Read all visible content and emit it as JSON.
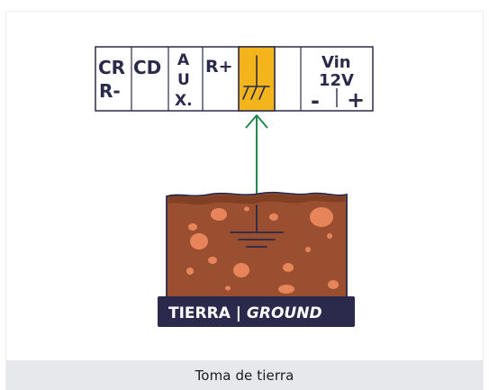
{
  "terminal_block": {
    "terminals": [
      {
        "label_lines": [
          "CR",
          "R-"
        ]
      },
      {
        "label_lines": [
          "CD"
        ]
      },
      {
        "label_lines": [
          "A",
          "U",
          "X."
        ]
      },
      {
        "label_lines": [
          "R+"
        ]
      },
      {
        "label_lines": [
          ""
        ],
        "highlighted": true,
        "icon": "ground-symbol-icon"
      },
      {
        "label_lines": [
          ""
        ]
      },
      {
        "label_lines": [
          "Vin",
          "12V"
        ],
        "polarity": {
          "minus": "-",
          "plus": "+"
        }
      }
    ]
  },
  "ground": {
    "label_part1": "TIERRA | ",
    "label_part2": "GROUND",
    "icon": "earth-ground-icon"
  },
  "caption": "Toma de tierra",
  "colors": {
    "outline": "#2a2a4a",
    "highlight": "#f4b41c",
    "wire": "#1f8a4c",
    "soil": "#9a5030",
    "soil_top": "#7c3c22",
    "pebble": "#e8845a",
    "label_bg": "#2b2a4c"
  }
}
